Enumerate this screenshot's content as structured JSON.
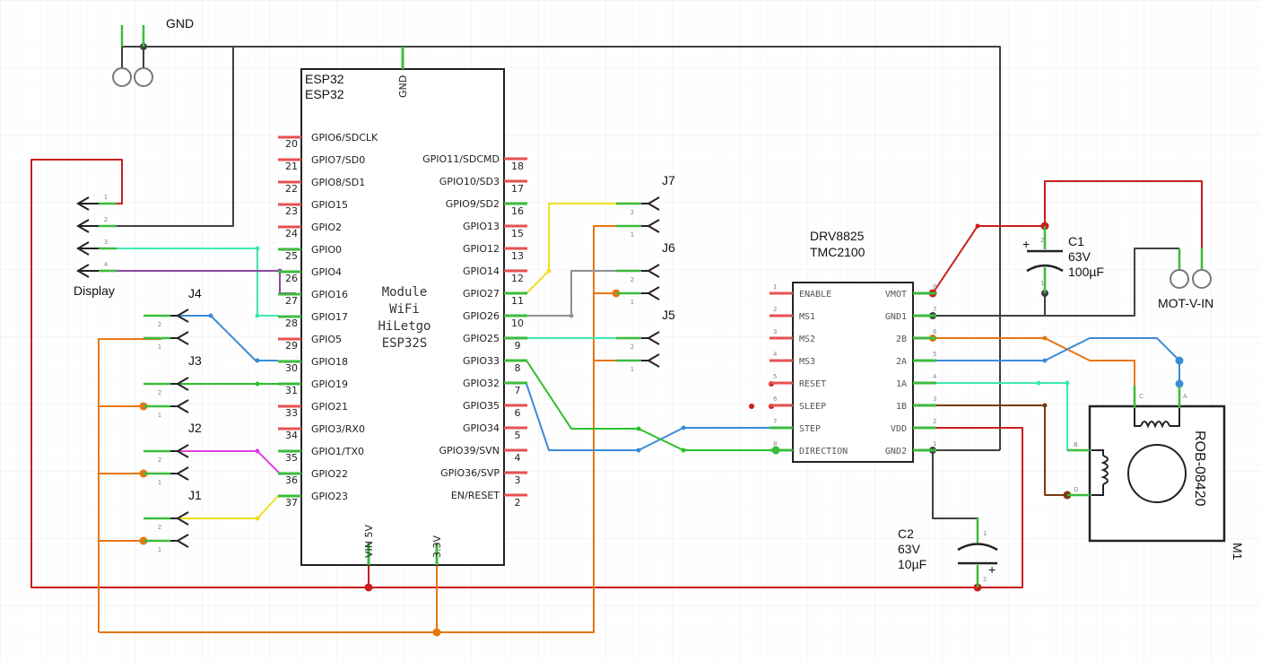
{
  "colors": {
    "gnd": "#404040",
    "power": "#c81e1e",
    "supply3v3": "#e8760e",
    "signal_blue": "#3b8bd6",
    "signal_green": "#2bbf2b",
    "signal_cyan": "#3ee8b0",
    "signal_purple": "#8a4aa0",
    "signal_magenta": "#e040e0",
    "signal_yellow": "#f0e020",
    "signal_gray": "#909090",
    "signal_brown": "#7a3a10",
    "pin_red": "#e85050",
    "pin_green": "#3dbb3d"
  },
  "gnd_label": "GND",
  "esp32": {
    "title1": "ESP32",
    "title2": "ESP32",
    "gnd_pin": "GND",
    "center_text": [
      "Module",
      "WiFi",
      "HiLetgo",
      "ESP32S"
    ],
    "left_pins": [
      {
        "num": "20",
        "name": "GPIO6/SDCLK"
      },
      {
        "num": "21",
        "name": "GPIO7/SD0"
      },
      {
        "num": "22",
        "name": "GPIO8/SD1"
      },
      {
        "num": "23",
        "name": "GPIO15"
      },
      {
        "num": "24",
        "name": "GPIO2"
      },
      {
        "num": "25",
        "name": "GPIO0"
      },
      {
        "num": "26",
        "name": "GPIO4"
      },
      {
        "num": "27",
        "name": "GPIO16"
      },
      {
        "num": "28",
        "name": "GPIO17"
      },
      {
        "num": "29",
        "name": "GPIO5"
      },
      {
        "num": "30",
        "name": "GPIO18"
      },
      {
        "num": "31",
        "name": "GPIO19"
      },
      {
        "num": "33",
        "name": "GPIO21"
      },
      {
        "num": "34",
        "name": "GPIO3/RX0"
      },
      {
        "num": "35",
        "name": "GPIO1/TX0"
      },
      {
        "num": "36",
        "name": "GPIO22"
      },
      {
        "num": "37",
        "name": "GPIO23"
      }
    ],
    "right_pins": [
      {
        "num": "18",
        "name": "GPIO11/SDCMD"
      },
      {
        "num": "17",
        "name": "GPIO10/SD3"
      },
      {
        "num": "16",
        "name": "GPIO9/SD2"
      },
      {
        "num": "15",
        "name": "GPIO13"
      },
      {
        "num": "13",
        "name": "GPIO12"
      },
      {
        "num": "12",
        "name": "GPIO14"
      },
      {
        "num": "11",
        "name": "GPIO27"
      },
      {
        "num": "10",
        "name": "GPIO26"
      },
      {
        "num": "9",
        "name": "GPIO25"
      },
      {
        "num": "8",
        "name": "GPIO33"
      },
      {
        "num": "7",
        "name": "GPIO32"
      },
      {
        "num": "6",
        "name": "GPIO35"
      },
      {
        "num": "5",
        "name": "GPIO34"
      },
      {
        "num": "4",
        "name": "GPIO39/SVN"
      },
      {
        "num": "3",
        "name": "GPIO36/SVP"
      },
      {
        "num": "2",
        "name": "EN/RESET"
      }
    ],
    "bottom_pins": [
      "VIN 5V",
      "3.3V"
    ]
  },
  "connectors": {
    "display": {
      "label": "Display",
      "pins": [
        "1",
        "2",
        "3",
        "4"
      ]
    },
    "j4": {
      "label": "J4",
      "pins": [
        "2",
        "1"
      ]
    },
    "j3": {
      "label": "J3",
      "pins": [
        "2",
        "1"
      ]
    },
    "j2": {
      "label": "J2",
      "pins": [
        "2",
        "1"
      ]
    },
    "j1": {
      "label": "J1",
      "pins": [
        "2",
        "1"
      ]
    },
    "j7": {
      "label": "J7",
      "pins": [
        "2",
        "1"
      ]
    },
    "j6": {
      "label": "J6",
      "pins": [
        "2",
        "1"
      ]
    },
    "j5": {
      "label": "J5",
      "pins": [
        "2",
        "1"
      ]
    }
  },
  "driver": {
    "title1": "DRV8825",
    "title2": "TMC2100",
    "left_pins": [
      {
        "num": "1",
        "name": "ENABLE"
      },
      {
        "num": "2",
        "name": "MS1"
      },
      {
        "num": "3",
        "name": "MS2"
      },
      {
        "num": "4",
        "name": "MS3"
      },
      {
        "num": "5",
        "name": "RESET"
      },
      {
        "num": "6",
        "name": "SLEEP"
      },
      {
        "num": "7",
        "name": "STEP"
      },
      {
        "num": "8",
        "name": "DIRECTION"
      }
    ],
    "right_pins": [
      {
        "num": "8",
        "name": "VMOT"
      },
      {
        "num": "7",
        "name": "GND1"
      },
      {
        "num": "6",
        "name": "2B"
      },
      {
        "num": "5",
        "name": "2A"
      },
      {
        "num": "4",
        "name": "1A"
      },
      {
        "num": "3",
        "name": "1B"
      },
      {
        "num": "2",
        "name": "VDD"
      },
      {
        "num": "1",
        "name": "GND2"
      }
    ]
  },
  "c1": {
    "name": "C1",
    "voltage": "63V",
    "value": "100µF",
    "pins": [
      "2",
      "1"
    ],
    "polarity": "+"
  },
  "c2": {
    "name": "C2",
    "voltage": "63V",
    "value": "10µF",
    "pins": [
      "1",
      "2"
    ],
    "polarity": "+"
  },
  "mot_v_in": {
    "label": "MOT-V-IN"
  },
  "motor": {
    "name": "ROB-08420",
    "ref": "M1",
    "pins": [
      "C",
      "A",
      "B",
      "D"
    ]
  }
}
